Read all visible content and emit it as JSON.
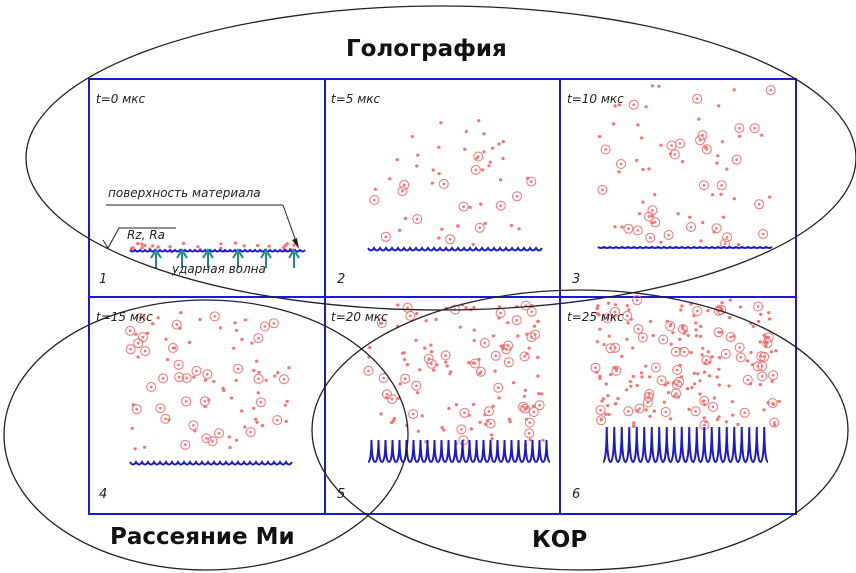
{
  "regions": {
    "holography": "Голография",
    "mie": "Рассеяние Ми",
    "kor": "КОР"
  },
  "cells": [
    {
      "time": "t=0 мкс",
      "num": "1"
    },
    {
      "time": "t=5 мкс",
      "num": "2"
    },
    {
      "time": "t=10 мкс",
      "num": "3"
    },
    {
      "time": "t=15 мкс",
      "num": "4"
    },
    {
      "time": "t=20 мкс",
      "num": "5"
    },
    {
      "time": "t=25 мкс",
      "num": "6"
    }
  ],
  "annotations": {
    "surface": "поверхность материала",
    "roughness": "Rz, Ra",
    "shock_wave": "ударная волна"
  },
  "colors": {
    "grid": "#1a1ad6",
    "surface": "#1a1ad6",
    "particles": "#ff6e6e",
    "arrows": "#1a8a82",
    "ellipse": "#222222"
  }
}
